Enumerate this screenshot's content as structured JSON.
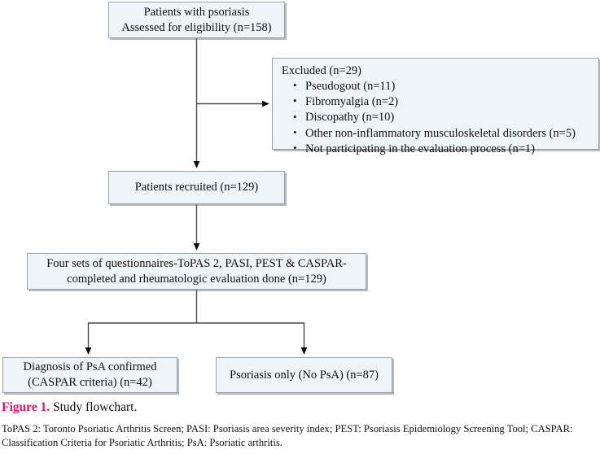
{
  "figure": {
    "label": "Figure 1.",
    "caption": "Study flowchart.",
    "footnote": "ToPAS 2: Toronto Psoriatic Arthritis Screen; PASI: Psoriasis area severity index; PEST: Psoriasis Epidemiology Screening Tool; CASPAR: Classification Criteria for Psoriatic Arthritis; PsA: Psoriatic arthritis.",
    "label_color": "#d4166e"
  },
  "flowchart": {
    "type": "flowchart",
    "node_fill": "#eef4f7",
    "node_border": "#9aa3a8",
    "nodes": {
      "enrollment": {
        "line1": "Patients with psoriasis",
        "line2": "Assessed for eligibility (n=158)",
        "n": 158
      },
      "excluded": {
        "title": "Excluded (n=29)",
        "n": 29,
        "items": [
          "Pseudogout (n=11)",
          "Fibromyalgia (n=2)",
          "Discopathy (n=10)",
          "Other non-inflammatory musculoskeletal disorders (n=5)",
          "Not participating in the evaluation process (n=1)"
        ]
      },
      "recruited": {
        "line1": "Patients recruited (n=129)",
        "n": 129
      },
      "questionnaires": {
        "line1": "Four sets of questionnaires-ToPAS 2, PASI, PEST & CASPAR-",
        "line2": "completed and rheumatologic evaluation done (n=129)",
        "n": 129
      },
      "psa_confirmed": {
        "line1": "Diagnosis of PsA confirmed",
        "line2": "(CASPAR criteria) (n=42)",
        "n": 42
      },
      "psoriasis_only": {
        "line1": "Psoriasis only (No PsA) (n=87)",
        "n": 87
      }
    }
  }
}
